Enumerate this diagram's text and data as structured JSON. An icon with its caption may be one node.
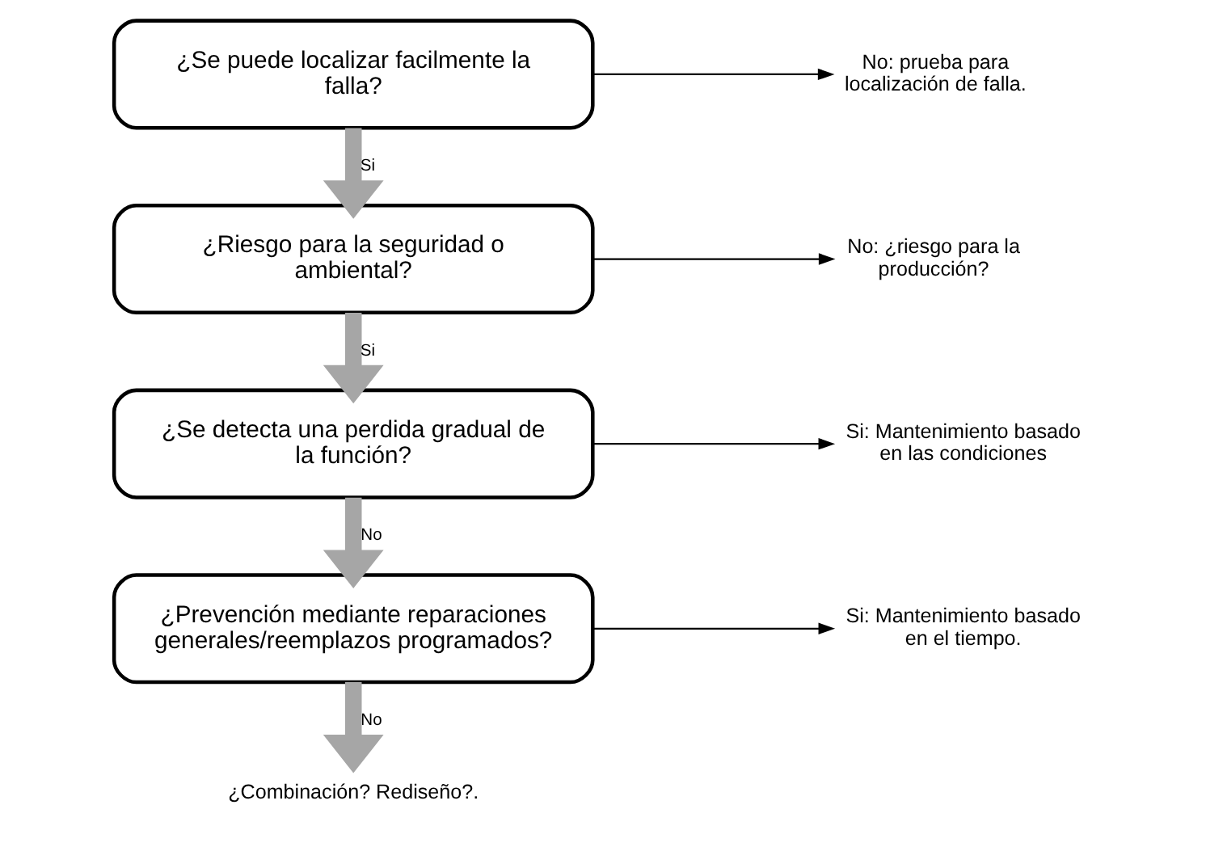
{
  "diagram": {
    "nodes": [
      {
        "text": [
          "¿Se puede localizar facilmente la falla?"
        ]
      },
      {
        "text": [
          "¿Riesgo para la seguridad o ambiental?"
        ]
      },
      {
        "text": [
          "¿Se detecta una perdida gradual de la función?"
        ]
      },
      {
        "text": [
          "¿Prevención mediante reparaciones generales/reemplazos programados?"
        ]
      },
      {
        "text": [
          "No: prueba para localización de falla."
        ]
      },
      {
        "text": [
          "No: ¿riesgo para la producción?"
        ]
      },
      {
        "text": [
          "Si: Mantenimiento basado en las condiciones"
        ]
      },
      {
        "text": [
          "Si: Mantenimiento basado en el tiempo."
        ]
      },
      {
        "text": [
          "¿Combinación? Rediseño?."
        ]
      }
    ],
    "edges": [
      {
        "from": 0,
        "to": 4,
        "arrow": "to"
      },
      {
        "from": 0,
        "to": 1,
        "arrow": "to",
        "label": "Si",
        "style": "thick",
        "color": "#a6a6a6"
      },
      {
        "from": 1,
        "to": 5,
        "arrow": "to"
      },
      {
        "from": 1,
        "to": 2,
        "arrow": "to",
        "label": "Si",
        "style": "thick",
        "color": "#a6a6a6"
      },
      {
        "from": 2,
        "to": 6,
        "arrow": "to"
      },
      {
        "from": 2,
        "to": 3,
        "arrow": "to",
        "label": "No",
        "style": "thick",
        "color": "#a6a6a6"
      },
      {
        "from": 3,
        "to": 7,
        "arrow": "to"
      },
      {
        "from": 3,
        "to": 8,
        "arrow": "to",
        "label": "No",
        "style": "thick",
        "color": "#a6a6a6"
      }
    ]
  }
}
